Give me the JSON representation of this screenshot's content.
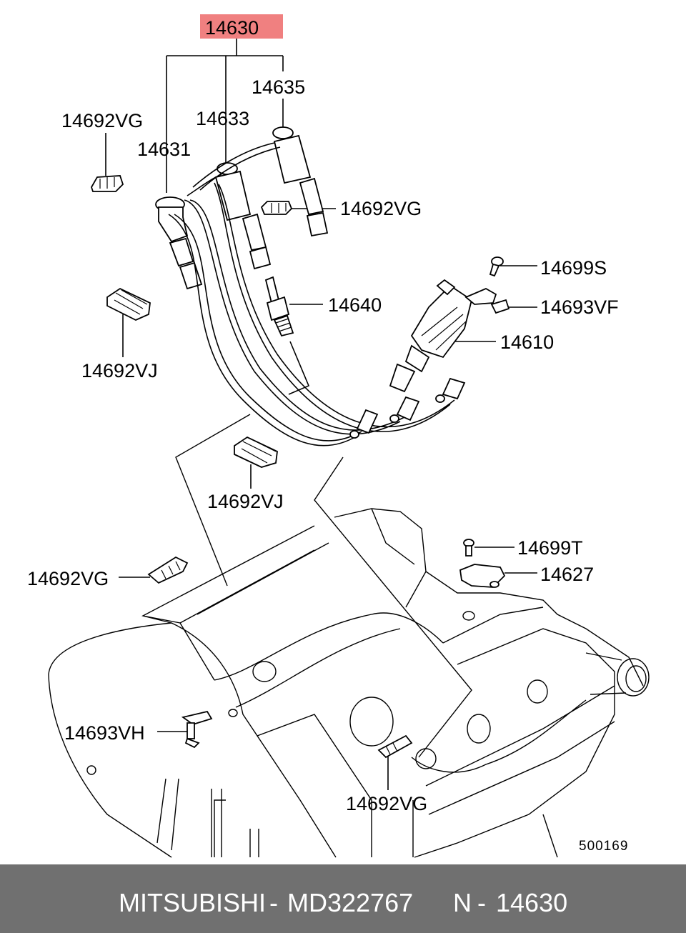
{
  "diagram": {
    "highlight_color": "#f08080",
    "main_part": "14630",
    "labels": {
      "p14635": "14635",
      "p14633": "14633",
      "p14631": "14631",
      "p14692vg_top_left": "14692VG",
      "p14692vg_right": "14692VG",
      "p14699s": "14699S",
      "p14640": "14640",
      "p14693vf": "14693VF",
      "p14610": "14610",
      "p14692vj_left": "14692VJ",
      "p14692vj_center": "14692VJ",
      "p14699t": "14699T",
      "p14627": "14627",
      "p14692vg_left": "14692VG",
      "p14693vh": "14693VH",
      "p14692vg_bottom": "14692VG"
    },
    "drawing_number": "500169"
  },
  "footer": {
    "background": "#707070",
    "brand": "MITSUBISHI",
    "separator": "-",
    "part_number": "MD322767",
    "ref_prefix": "N",
    "ref_separator": "-",
    "ref_number": "14630"
  }
}
